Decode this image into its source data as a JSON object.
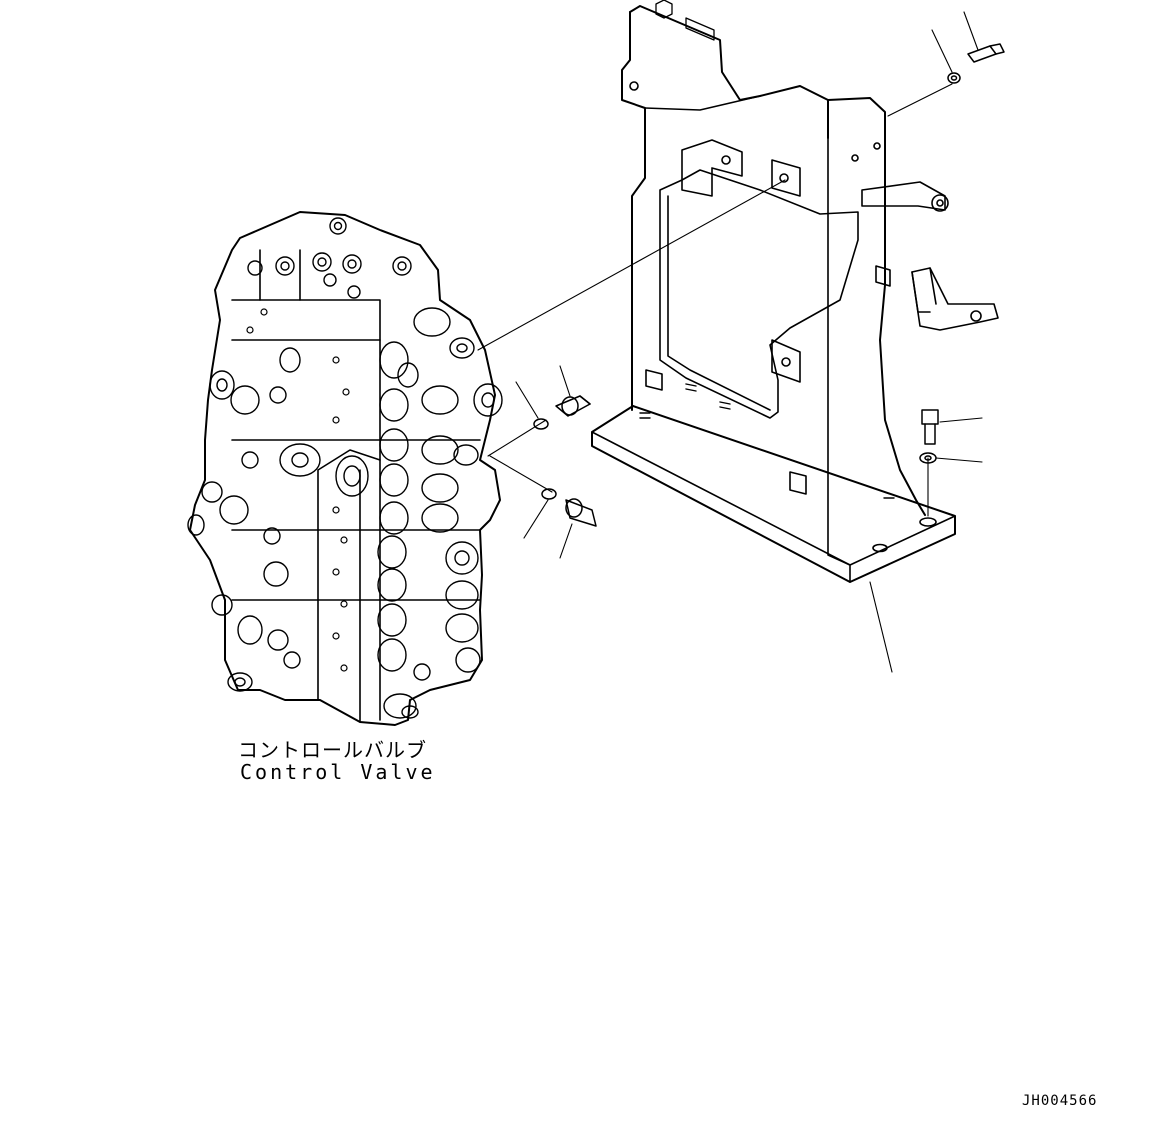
{
  "drawing": {
    "callout_label_jp": "コントロールバルブ",
    "callout_label_en": "Control Valve",
    "drawing_code": "JH004566"
  }
}
